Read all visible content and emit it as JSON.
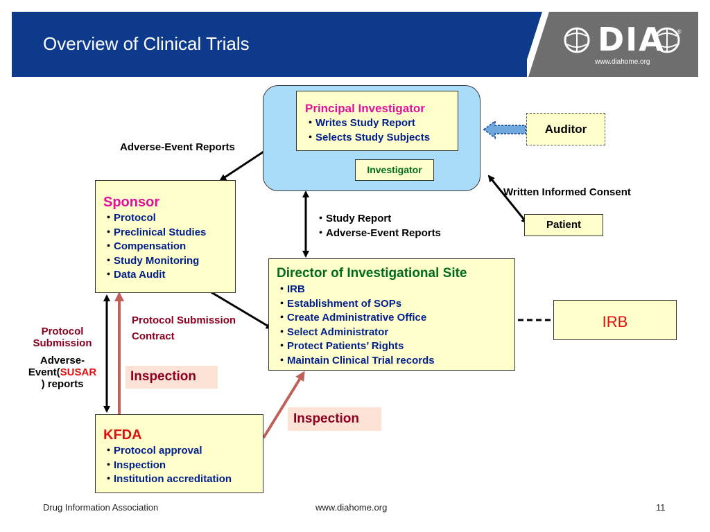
{
  "header": {
    "title": "Overview of Clinical Trials",
    "logo_text": "DIA",
    "logo_url": "www.diahome.org",
    "logo_reg": "®"
  },
  "pi": {
    "title": "Principal Investigator",
    "items": [
      "Writes  Study Report",
      "Selects Study Subjects"
    ],
    "sub": "Investigator"
  },
  "auditor": "Auditor",
  "patient": "Patient",
  "written_consent": "Written Informed Consent",
  "adverse_event_reports": "Adverse-Event Reports",
  "sponsor": {
    "title": "Sponsor",
    "items": [
      "Protocol",
      "Preclinical Studies",
      "Compensation",
      "Study Monitoring",
      "Data Audit"
    ]
  },
  "mid_list": [
    "Study Report",
    "Adverse-Event Reports"
  ],
  "director": {
    "title": "Director of Investigational Site",
    "items": [
      "IRB",
      "Establishment of SOPs",
      "Create Administrative Office",
      "Select Administrator",
      "Protect Patients’ Rights",
      "Maintain Clinical Trial records"
    ]
  },
  "irb": "IRB",
  "protocol_submission_contract": [
    "Protocol Submission",
    "Contract"
  ],
  "left_label": {
    "line1": "Protocol",
    "line2": "Submission",
    "line3": "Adverse-",
    "line4a": "Event(",
    "line4b": "SUSAR",
    "line5": ") reports"
  },
  "inspection_1": "Inspection",
  "inspection_2": "Inspection",
  "kfda": {
    "title": "KFDA",
    "items": [
      "Protocol approval",
      "Inspection",
      "Institution accreditation"
    ]
  },
  "footer": {
    "left": "Drug Information Association",
    "center": "www.diahome.org",
    "page": "11"
  },
  "colors": {
    "header_blue": "#0e3a8c",
    "box_fill": "#ffffcc",
    "pi_cloud": "#a8dcf8",
    "title_magenta": "#e0109a",
    "title_green": "#006b1e",
    "title_red": "#e01010",
    "list_navy": "#001e8c"
  }
}
